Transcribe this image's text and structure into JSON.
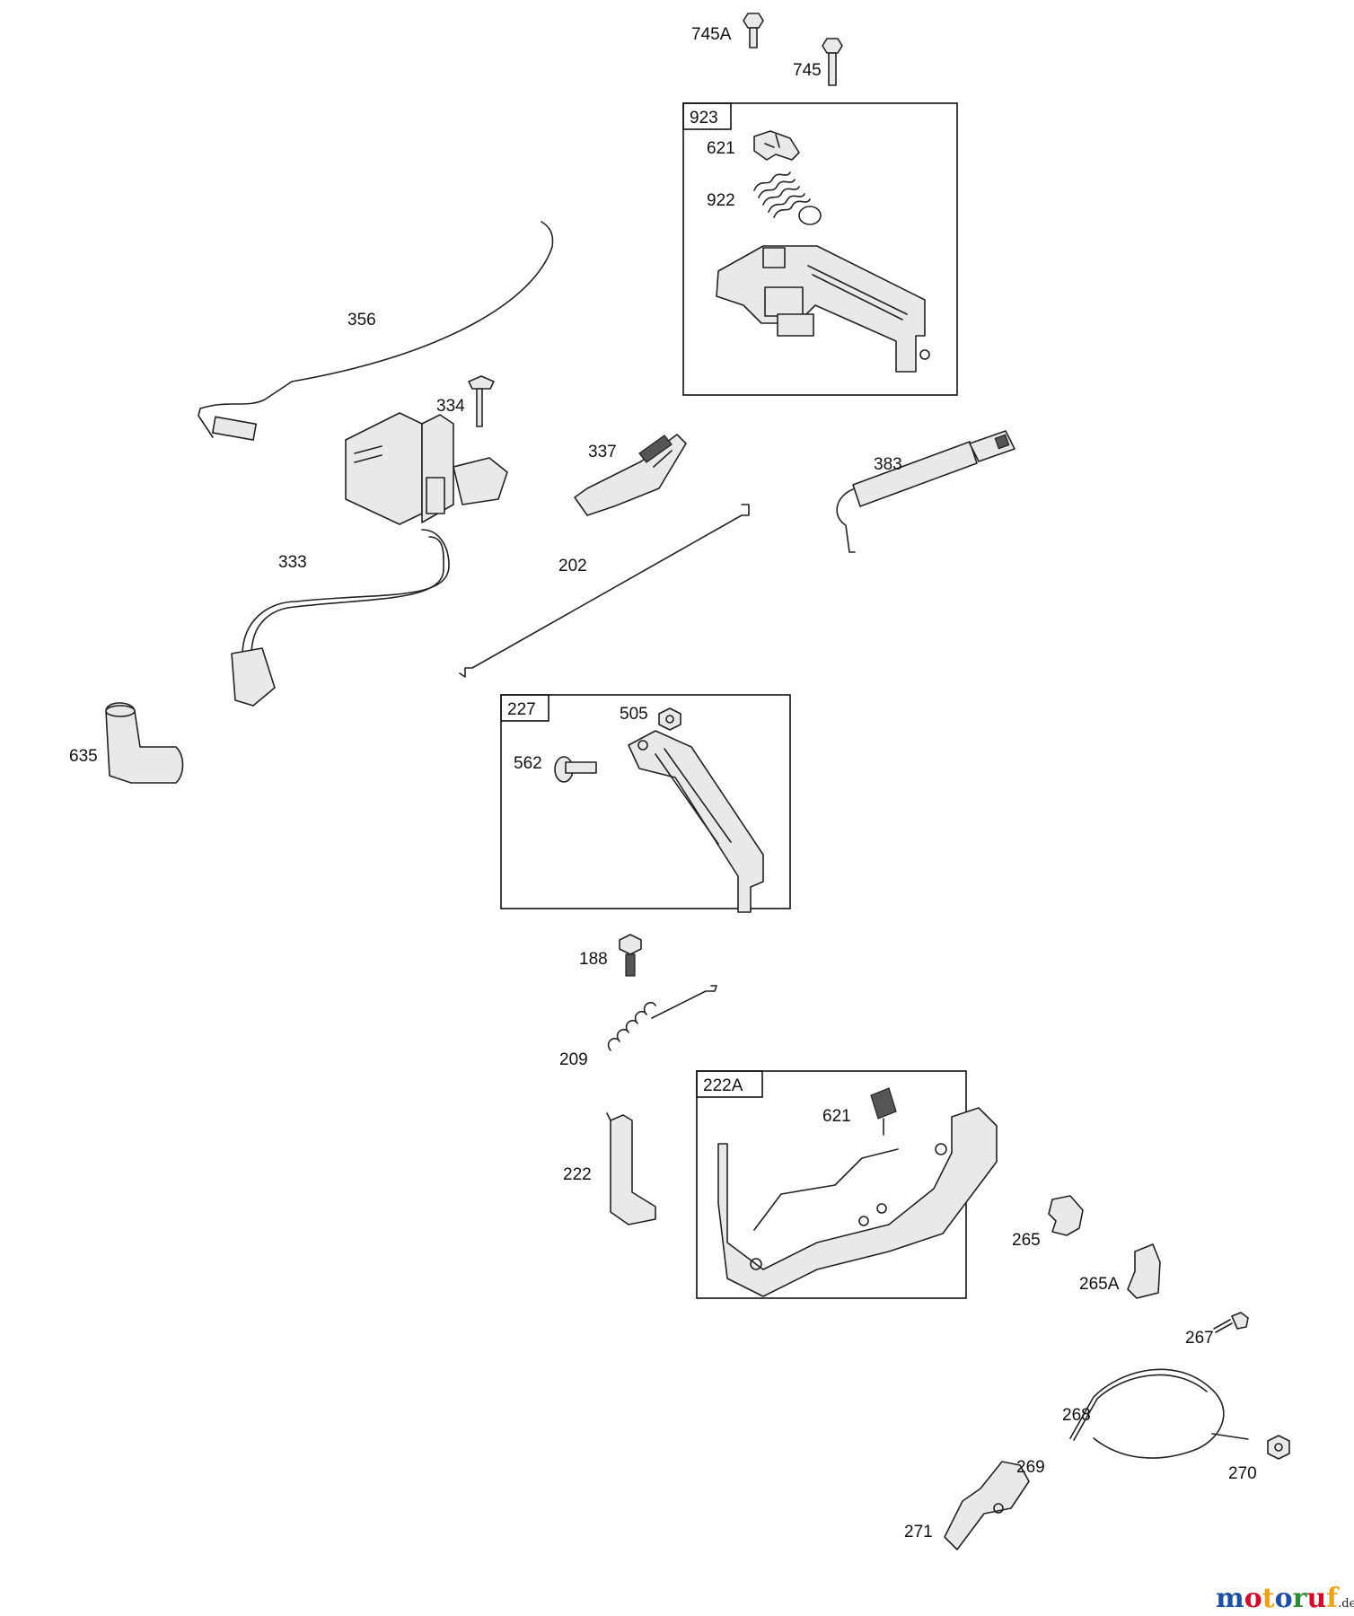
{
  "group_boxes": {
    "box_923": {
      "label": "923"
    },
    "box_227": {
      "label": "227"
    },
    "box_222A": {
      "label": "222A"
    }
  },
  "callouts": {
    "p745A": "745A",
    "p745": "745",
    "p621a": "621",
    "p922": "922",
    "p356": "356",
    "p334": "334",
    "p337": "337",
    "p383": "383",
    "p333": "333",
    "p202": "202",
    "p505": "505",
    "p562": "562",
    "p635": "635",
    "p188": "188",
    "p209": "209",
    "p621b": "621",
    "p222": "222",
    "p265": "265",
    "p265A": "265A",
    "p267": "267",
    "p268": "268",
    "p269": "269",
    "p270": "270",
    "p271": "271"
  },
  "watermark": {
    "letters": [
      "m",
      "o",
      "t",
      "o",
      "r",
      "u",
      "f"
    ],
    "letter_colors": [
      "#1f4fa0",
      "#c8102e",
      "#e8a317",
      "#1f4fa0",
      "#2e8b3a",
      "#c8102e",
      "#e8a317"
    ],
    "suffix": ".de"
  }
}
